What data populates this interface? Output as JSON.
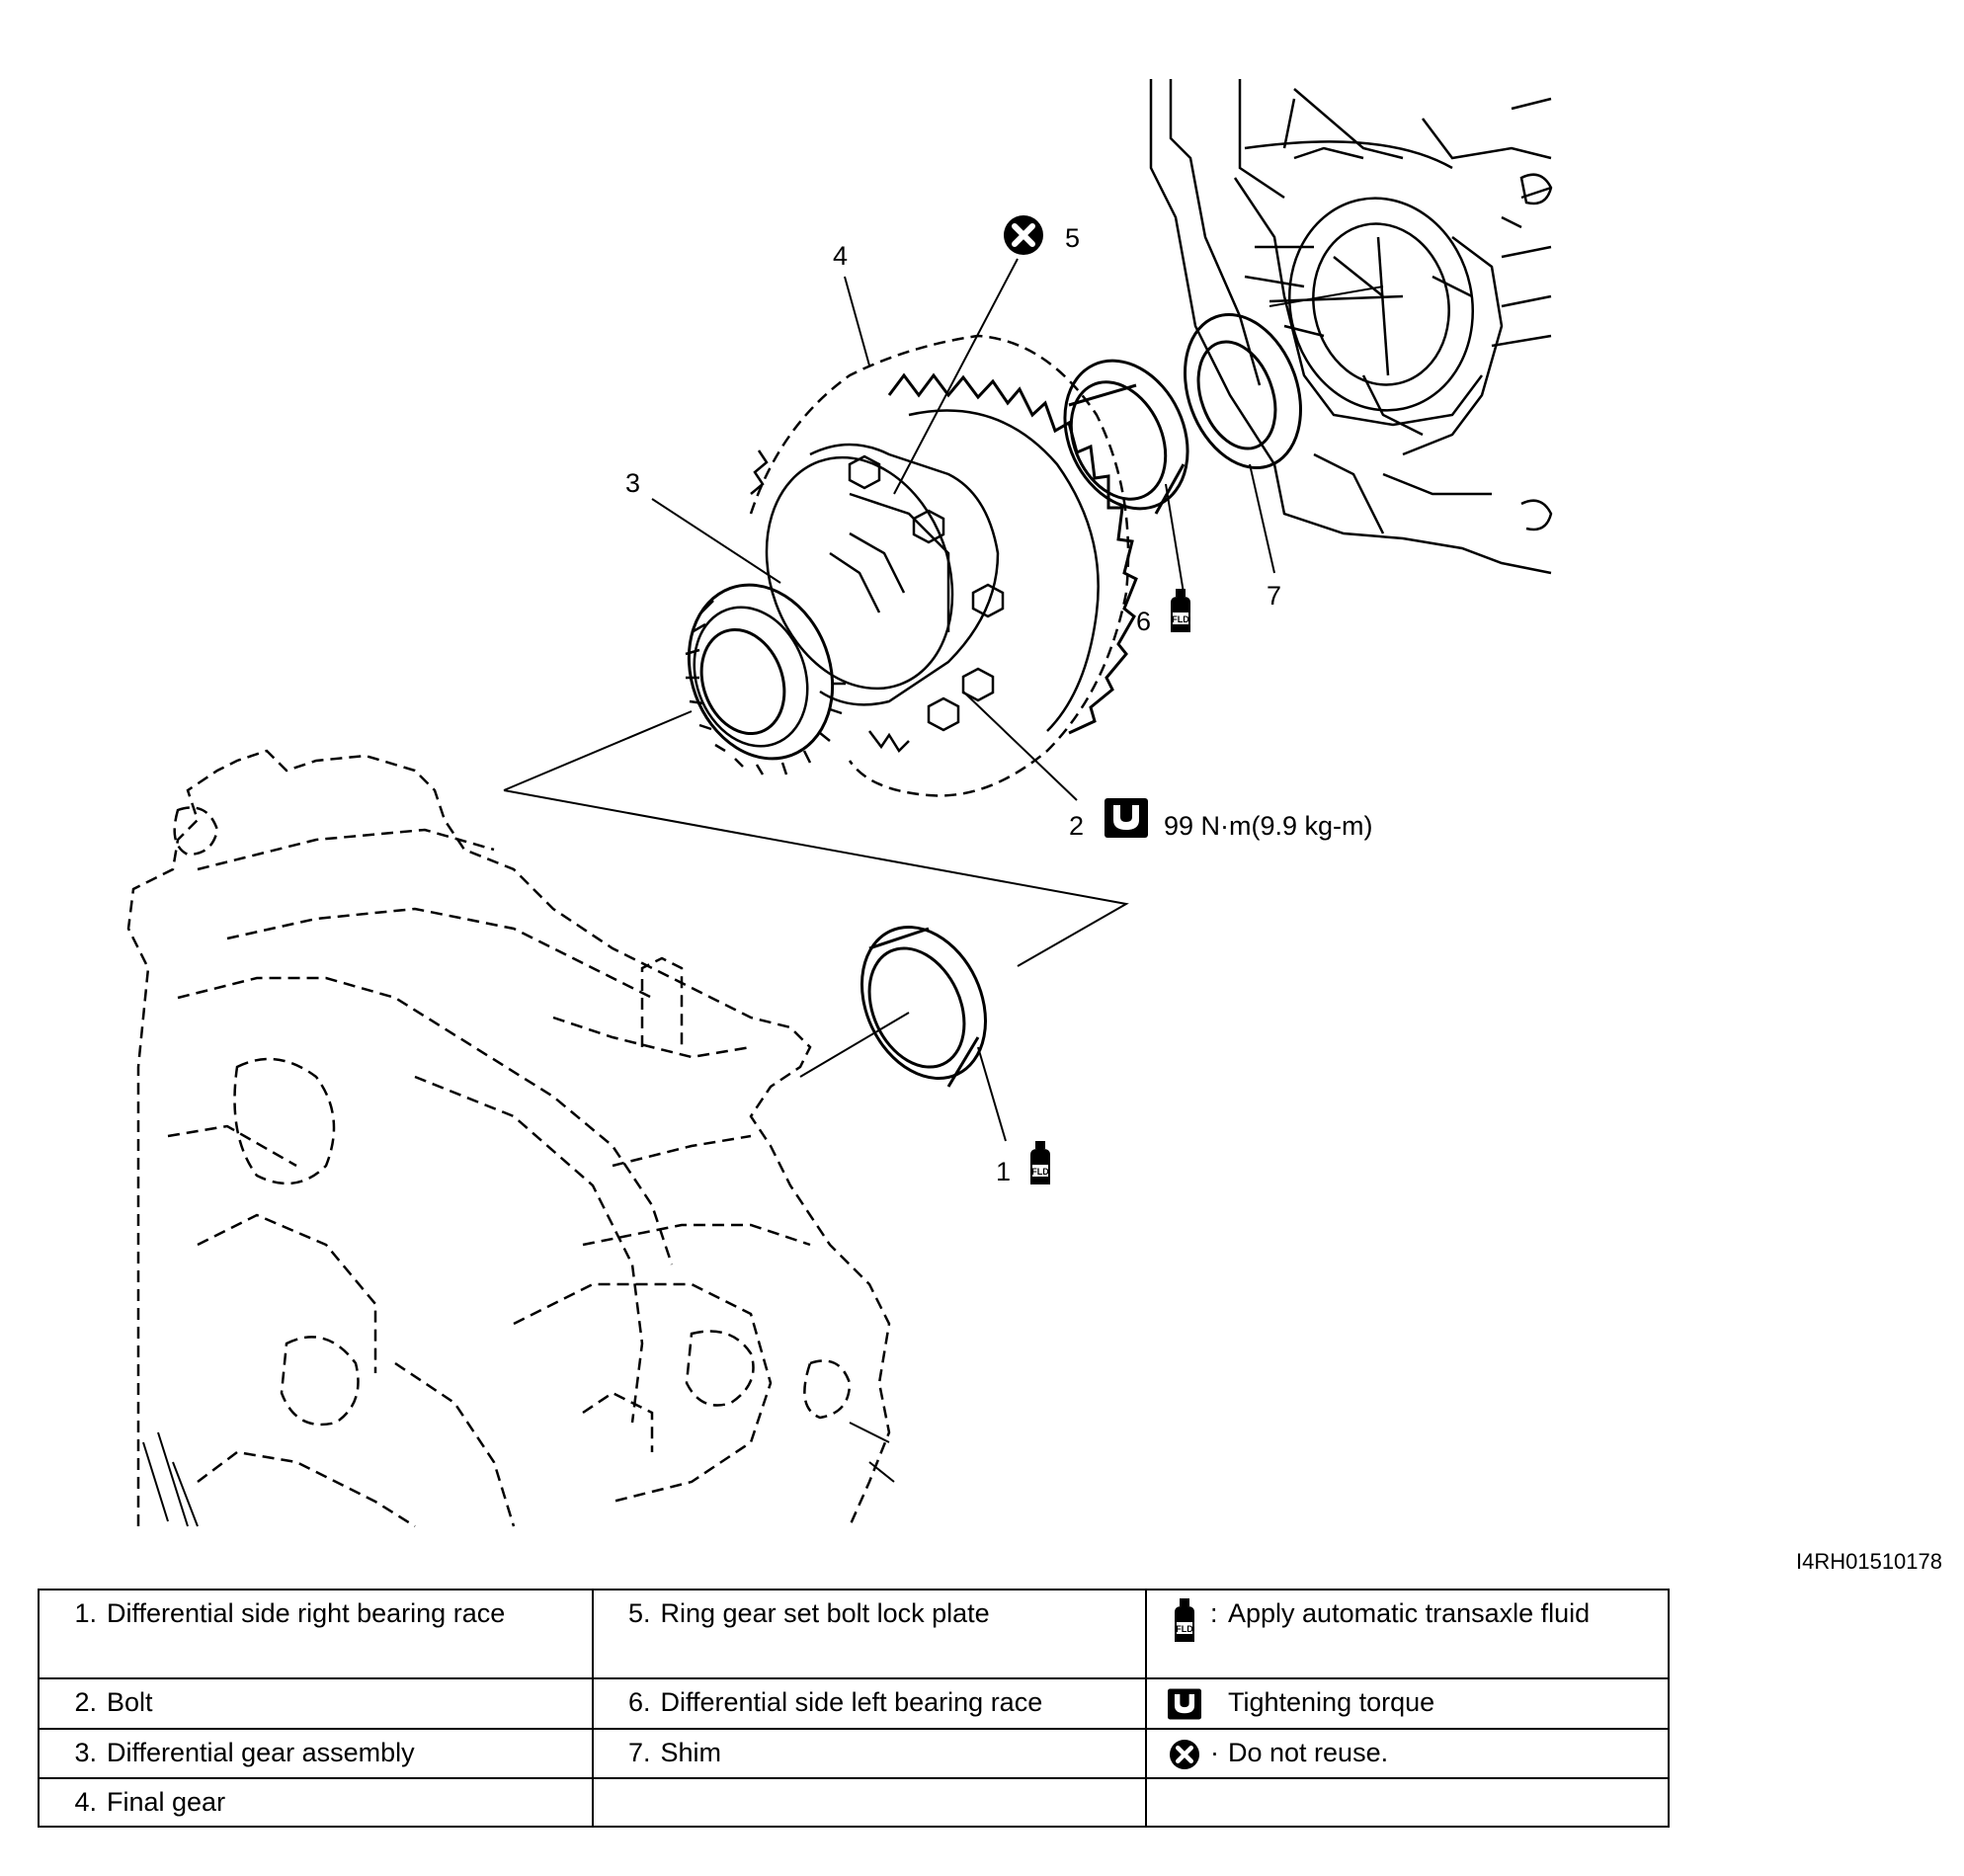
{
  "callouts": {
    "c1": "1",
    "c2": "2",
    "c3": "3",
    "c4": "4",
    "c5": "5",
    "c6": "6",
    "c7": "7",
    "torque": "99 N·m(9.9 kg-m)"
  },
  "icons": {
    "fluid": "fluid-bottle-icon",
    "fluid_label": "FLD",
    "torque": "torque-wrench-icon",
    "no_reuse": "do-not-reuse-icon"
  },
  "figure_id": "I4RH01510178",
  "legend": {
    "rows": [
      {
        "a_num": "1.",
        "a_text": "Differential side right bearing race",
        "b_num": "5.",
        "b_text": "Ring gear set bolt lock plate",
        "c_colon": ":",
        "c_text": "Apply automatic transaxle fluid"
      },
      {
        "a_num": "2.",
        "a_text": "Bolt",
        "b_num": "6.",
        "b_text": "Differential side left bearing race",
        "c_colon": "",
        "c_text": "Tightening torque"
      },
      {
        "a_num": "3.",
        "a_text": "Differential gear assembly",
        "b_num": "7.",
        "b_text": "Shim",
        "c_colon": "·",
        "c_text": "Do not reuse."
      },
      {
        "a_num": "4.",
        "a_text": "Final gear",
        "b_num": "",
        "b_text": "",
        "c_colon": "",
        "c_text": ""
      }
    ]
  }
}
